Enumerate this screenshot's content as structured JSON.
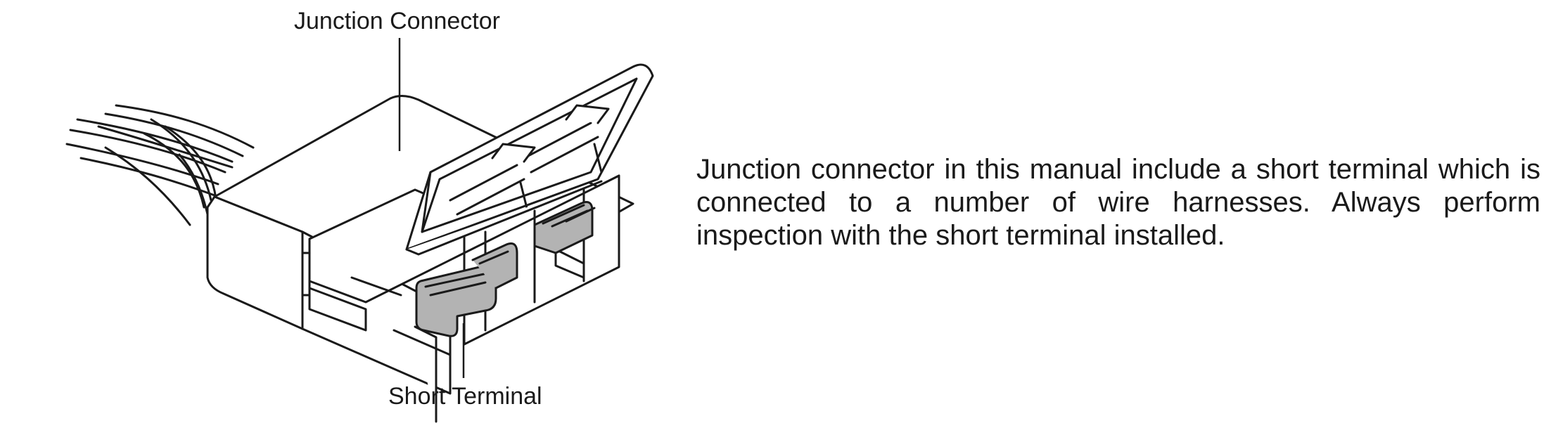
{
  "diagram": {
    "labels": {
      "junction_connector": "Junction Connector",
      "short_terminal": "Short Terminal"
    }
  },
  "description": {
    "text": "Junction connector in this manual include a short terminal which is connected to a number of wire harnesses. Always perform inspection with the short terminal installed."
  },
  "colors": {
    "line": "#1a1a1a",
    "terminal_fill": "#b3b3b3",
    "body_fill": "#ffffff"
  }
}
